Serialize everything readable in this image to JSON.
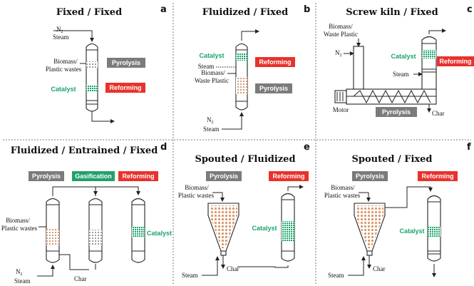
{
  "panels": [
    {
      "id": "a",
      "letter": "a",
      "title": "Fixed / Fixed",
      "labels": {
        "n2": "N",
        "n2_sub": "2",
        "steam": "Steam",
        "feed1": "Biomass/",
        "feed2": "Plastic wastes",
        "catalyst": "Catalyst"
      },
      "badges": {
        "pyrolysis": "Pyrolysis",
        "reforming": "Reforming"
      }
    },
    {
      "id": "b",
      "letter": "b",
      "title": "Fluidized / Fixed",
      "labels": {
        "catalyst": "Catalyst",
        "steam_top": "Steam",
        "feed1": "Biomass/",
        "feed2": "Waste Plastic",
        "n2": "N",
        "n2_sub": "2",
        "steam": "Steam"
      },
      "badges": {
        "reforming": "Reforming",
        "pyrolysis": "Pyrolysis"
      }
    },
    {
      "id": "c",
      "letter": "c",
      "title": "Screw kiln / Fixed",
      "labels": {
        "feed1": "Biomass/",
        "feed2": "Waste Plastic",
        "n2": "N",
        "n2_sub": "2",
        "catalyst": "Catalyst",
        "steam": "Steam",
        "motor": "Motor",
        "char": "Char"
      },
      "badges": {
        "reforming": "Reforming",
        "pyrolysis": "Pyrolysis"
      }
    },
    {
      "id": "d",
      "letter": "d",
      "title": "Fluidized / Entrained / Fixed",
      "labels": {
        "feed1": "Biomass/",
        "feed2": "Plastic wastes",
        "catalyst": "Catalyst",
        "n2": "N",
        "n2_sub": "2",
        "steam": "Steam",
        "char": "Char"
      },
      "badges": {
        "pyrolysis": "Pyrolysis",
        "gasification": "Gasification",
        "reforming": "Reforming"
      }
    },
    {
      "id": "e",
      "letter": "e",
      "title": "Spouted / Fluidized",
      "labels": {
        "feed1": "Biomass/",
        "feed2": "Plastic wastes",
        "catalyst": "Catalyst",
        "steam": "Steam",
        "char": "Char"
      },
      "badges": {
        "pyrolysis": "Pyrolysis",
        "reforming": "Reforming"
      }
    },
    {
      "id": "f",
      "letter": "f",
      "title": "Spouted / Fixed",
      "labels": {
        "feed1": "Biomass/",
        "feed2": "Plastic wastes",
        "catalyst": "Catalyst",
        "steam": "Steam",
        "char": "Char"
      },
      "badges": {
        "pyrolysis": "Pyrolysis",
        "reforming": "Reforming"
      }
    }
  ],
  "colors": {
    "pyrolysis": "#7b7b7b",
    "reforming": "#e8322c",
    "gasification": "#22a06b",
    "catalyst": "#1aa36a",
    "plastic": "#c97a50",
    "char_particles": "#555555"
  }
}
